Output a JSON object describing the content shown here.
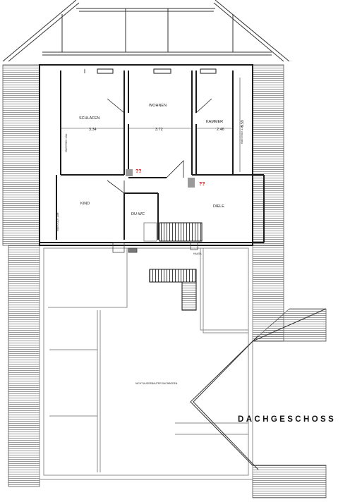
{
  "title": "DACHGESCHOSS",
  "rooms": {
    "schlafen": "SCHLAFEN",
    "wohnen": "WOHNEN",
    "kammer": "KAMMER",
    "kind": "KIND",
    "du_wc": "DU-WC",
    "diele": "DIELE"
  },
  "dimensions": {
    "schlafen_width": "3.34",
    "wohnen_width": "3.72",
    "kammer_width": "2.46",
    "kammer_depth": "5.59"
  },
  "markers": {
    "unknown_1": "??",
    "unknown_2": "??"
  },
  "notes": {
    "attic": "NICHT AUSGEBAUTER DACHBODEN",
    "knee_left": "KNIESTOCK 1.0m",
    "knee_right": "KNIESTOCK 1.0m",
    "knee_kind": "KNIESTOCK 1.0m",
    "stair_note": "HAUSA"
  },
  "colors": {
    "line": "#1a1a1a",
    "grey": "#8c8c8c",
    "marker": "#e00000"
  }
}
